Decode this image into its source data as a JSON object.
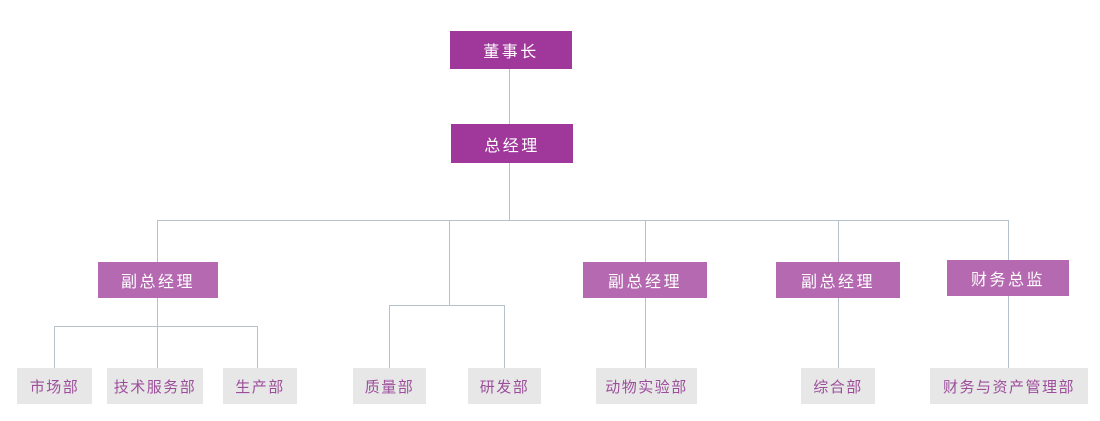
{
  "nodes": {
    "chairman": {
      "label": "董事长"
    },
    "general_manager": {
      "label": "总经理"
    },
    "deputy_gm_1": {
      "label": "副总经理"
    },
    "deputy_gm_2": {
      "label": "副总经理"
    },
    "deputy_gm_3": {
      "label": "副总经理"
    },
    "finance_director": {
      "label": "财务总监"
    },
    "marketing": {
      "label": "市场部"
    },
    "tech_service": {
      "label": "技术服务部"
    },
    "production": {
      "label": "生产部"
    },
    "quality": {
      "label": "质量部"
    },
    "rnd": {
      "label": "研发部"
    },
    "animal_lab": {
      "label": "动物实验部"
    },
    "general_affairs": {
      "label": "综合部"
    },
    "finance_asset": {
      "label": "财务与资产管理部"
    }
  },
  "tree": {
    "chairman": [
      "general_manager"
    ],
    "general_manager": [
      "deputy_gm_1",
      "unlabeled_branch",
      "deputy_gm_2",
      "deputy_gm_3",
      "finance_director"
    ],
    "deputy_gm_1": [
      "marketing",
      "tech_service",
      "production"
    ],
    "unlabeled_branch": [
      "quality",
      "rnd"
    ],
    "deputy_gm_2": [
      "animal_lab"
    ],
    "deputy_gm_3": [
      "general_affairs"
    ],
    "finance_director": [
      "finance_asset"
    ]
  },
  "colors": {
    "level1_bg": "#a0379b",
    "level2_bg": "#b469b0",
    "leaf_bg": "#e7e7e7",
    "leaf_text": "#9c4e9b",
    "connector": "#b5c2cb"
  }
}
